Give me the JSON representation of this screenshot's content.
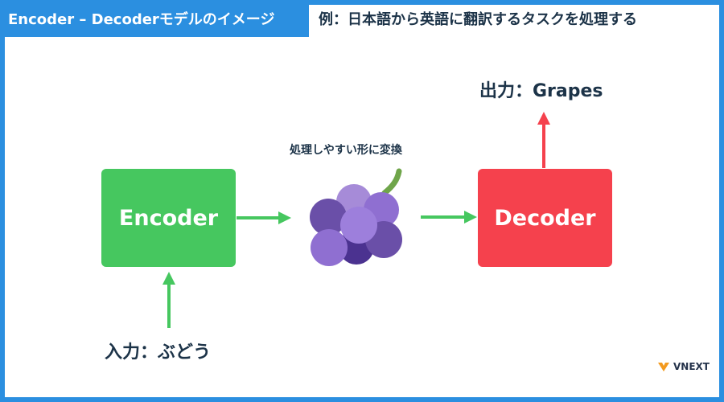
{
  "header": {
    "title": "Encoder – Decoderモデルのイメージ",
    "subtitle": "例：日本語から英語に翻訳するタスクを処理する"
  },
  "diagram": {
    "encoder_label": "Encoder",
    "decoder_label": "Decoder",
    "input_label": "入力：ぶどう",
    "output_label": "出力：Grapes",
    "transform_label": "処理しやすい形に変換",
    "grape_icon": "grapes-icon",
    "colors": {
      "accent": "#2b8fe0",
      "encoder": "#46c75f",
      "decoder": "#f5414d",
      "arrow_green": "#46c75f",
      "arrow_red": "#f5414d",
      "text": "#1c3348"
    }
  },
  "logo": {
    "text": "VNEXT"
  }
}
